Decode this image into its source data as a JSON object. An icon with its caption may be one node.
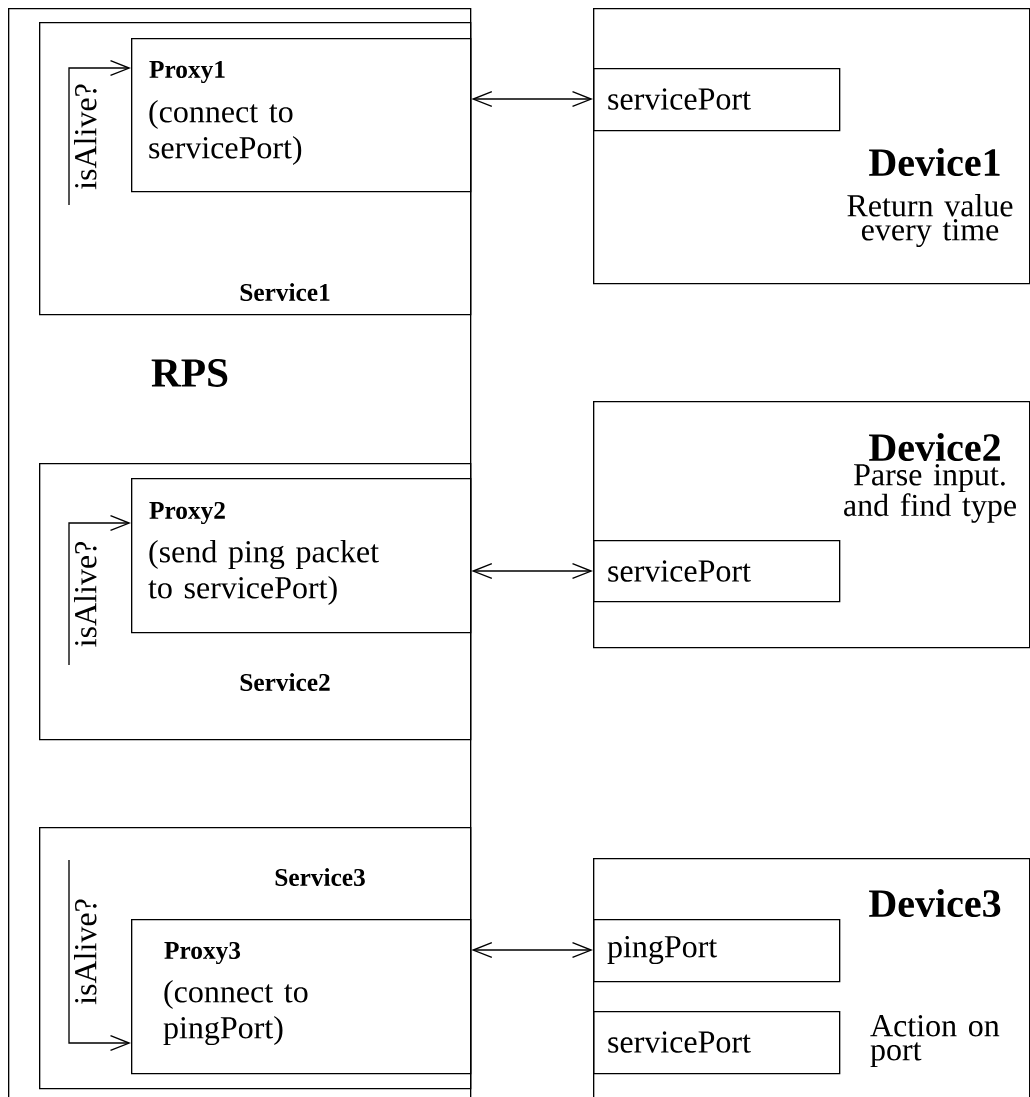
{
  "diagram": {
    "nodes": [
      {
        "text": [
          "RPS"
        ]
      },
      {
        "text": [
          "Service1"
        ],
        "in": 0
      },
      {
        "text": [
          "Proxy1",
          "(connect to servicePort)"
        ],
        "in": 1
      },
      {
        "text": [
          "Device1",
          "Return value every time"
        ]
      },
      {
        "text": [
          "servicePort"
        ],
        "in": 3
      },
      {
        "text": [
          "Service2"
        ],
        "in": 0
      },
      {
        "text": [
          "Proxy2",
          "(send ping packet to servicePort)"
        ],
        "in": 5
      },
      {
        "text": [
          "Device2",
          "Parse input. and find type"
        ]
      },
      {
        "text": [
          "servicePort"
        ],
        "in": 7
      },
      {
        "text": [
          "Service3"
        ],
        "in": 0
      },
      {
        "text": [
          "Proxy3",
          "(connect to pingPort)"
        ],
        "in": 9
      },
      {
        "text": [
          "Device3",
          "Action on port"
        ]
      },
      {
        "text": [
          "pingPort"
        ],
        "in": 11
      },
      {
        "text": [
          "servicePort"
        ],
        "in": 11
      }
    ],
    "edges": [
      {
        "from": null,
        "to": 2,
        "arrow": "to",
        "label": "isAlive?"
      },
      {
        "from": 2,
        "to": 4,
        "arrow": "both"
      },
      {
        "from": null,
        "to": 6,
        "arrow": "to",
        "label": "isAlive?"
      },
      {
        "from": 6,
        "to": 8,
        "arrow": "both"
      },
      {
        "from": null,
        "to": 10,
        "arrow": "to",
        "label": "isAlive?"
      },
      {
        "from": 10,
        "to": 12,
        "arrow": "both"
      }
    ]
  }
}
